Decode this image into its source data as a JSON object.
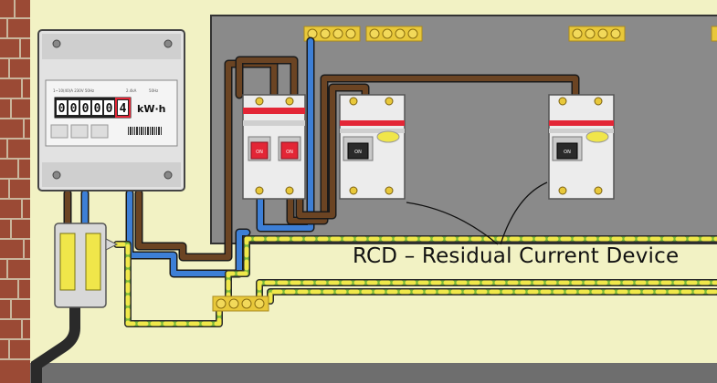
{
  "meter": {
    "spec_text": "1~10(40)A 230V 50Hz",
    "rating_text": "2.4kA",
    "extra_text": "50Hz",
    "digits": [
      "0",
      "0",
      "0",
      "0",
      "0",
      "4"
    ],
    "unit": "kW·h"
  },
  "main_switch": {
    "left_label": "ON",
    "right_label": "ON"
  },
  "rcd_1": {
    "label": "ON"
  },
  "rcd_2": {
    "label": "ON"
  },
  "caption": "RCD – Residual Current Device",
  "colors": {
    "background": "#f2f2c4",
    "board": "#8a8a8a",
    "brick": "#9b4a35",
    "brown_wire": "#6b4423",
    "blue_wire": "#3d7fd6",
    "earth_green": "#7ab83a",
    "earth_yellow": "#f0e84a",
    "busbar": "#e8c83a",
    "switch_red": "#e32636"
  }
}
